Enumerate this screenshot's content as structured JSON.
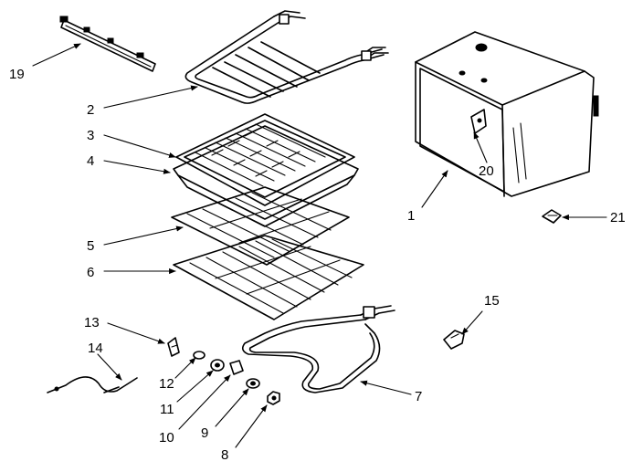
{
  "parts": [
    {
      "key": "p1",
      "label": "1"
    },
    {
      "key": "p2",
      "label": "2"
    },
    {
      "key": "p3",
      "label": "3"
    },
    {
      "key": "p4",
      "label": "4"
    },
    {
      "key": "p5",
      "label": "5"
    },
    {
      "key": "p6",
      "label": "6"
    },
    {
      "key": "p7",
      "label": "7"
    },
    {
      "key": "p8",
      "label": "8"
    },
    {
      "key": "p9",
      "label": "9"
    },
    {
      "key": "p10",
      "label": "10"
    },
    {
      "key": "p11",
      "label": "11"
    },
    {
      "key": "p12",
      "label": "12"
    },
    {
      "key": "p13",
      "label": "13"
    },
    {
      "key": "p14",
      "label": "14"
    },
    {
      "key": "p15",
      "label": "15"
    },
    {
      "key": "p19",
      "label": "19"
    },
    {
      "key": "p20",
      "label": "20"
    },
    {
      "key": "p21",
      "label": "21"
    }
  ]
}
